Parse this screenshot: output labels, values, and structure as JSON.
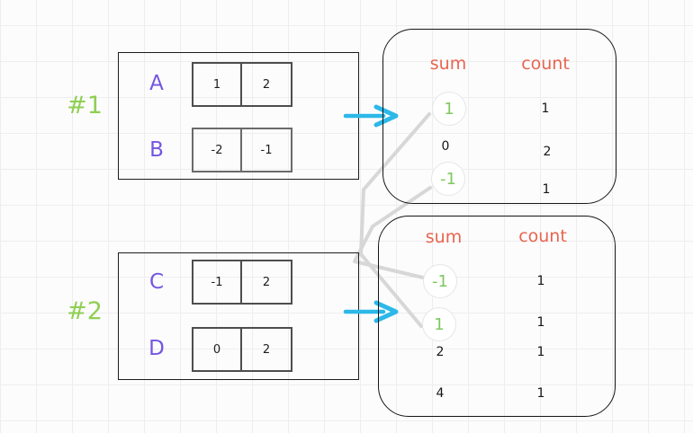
{
  "diagram": {
    "examples": [
      {
        "id": "#1",
        "arrays": [
          {
            "name": "A",
            "values": [
              "1",
              "2"
            ]
          },
          {
            "name": "B",
            "values": [
              "-2",
              "-1"
            ]
          }
        ],
        "result": {
          "sum_header": "sum",
          "count_header": "count",
          "rows": [
            {
              "sum": "1",
              "count": "1",
              "highlighted": true
            },
            {
              "sum": "0",
              "count": "2",
              "highlighted": false
            },
            {
              "sum": "-1",
              "count": "1",
              "highlighted": true
            }
          ]
        }
      },
      {
        "id": "#2",
        "arrays": [
          {
            "name": "C",
            "values": [
              "-1",
              "2"
            ]
          },
          {
            "name": "D",
            "values": [
              "0",
              "2"
            ]
          }
        ],
        "result": {
          "sum_header": "sum",
          "count_header": "count",
          "rows": [
            {
              "sum": "-1",
              "count": "1",
              "highlighted": true
            },
            {
              "sum": "1",
              "count": "1",
              "highlighted": true
            },
            {
              "sum": "2",
              "count": "1",
              "highlighted": false
            },
            {
              "sum": "4",
              "count": "1",
              "highlighted": false
            }
          ]
        }
      }
    ],
    "colors": {
      "array_label": "#7456e0",
      "example_label": "#8fcf52",
      "header": "#e8654f",
      "highlight_value": "#80c860",
      "arrow": "#2cb8e8",
      "connector": "#d7d7d7"
    }
  }
}
